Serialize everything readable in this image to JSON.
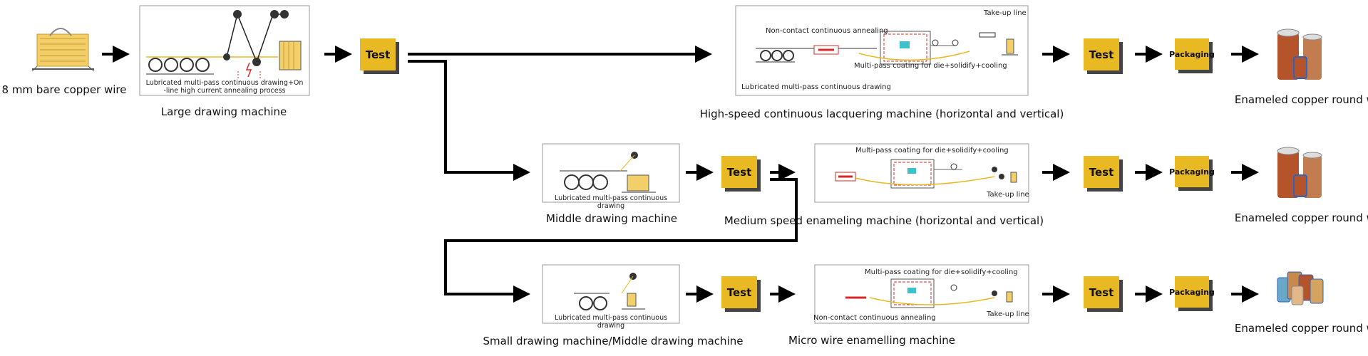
{
  "source": {
    "label": "8 mm bare copper wire"
  },
  "large_machine": {
    "label": "Large drawing machine",
    "caption_line1": "Lubricated multi-pass continuous drawing+On",
    "caption_line2": "-line high current annealing process"
  },
  "test_label": "Test",
  "packaging_label": "Packaging",
  "row1": {
    "machine_label": "High-speed continuous lacquering machine (horizontal and vertical)",
    "annealing": "Non-contact continuous annealing",
    "takeup": "Take-up line",
    "coating": "Multi-pass coating for die+solidify+cooling",
    "drawing": "Lubricated multi-pass continuous drawing",
    "output": "Enameled copper round wire"
  },
  "row2": {
    "drawing_label": "Middle drawing machine",
    "drawing_caption": "Lubricated multi-pass continuous drawing",
    "machine_label": "Medium speed enameling machine (horizontal and vertical)",
    "coating": "Multi-pass coating for die+solidify+cooling",
    "takeup": "Take-up line",
    "output": "Enameled copper round wire"
  },
  "row3": {
    "drawing_label": "Small drawing machine/Middle drawing machine",
    "drawing_caption": "Lubricated multi-pass continuous drawing",
    "machine_label": "Micro wire enamelling machine",
    "coating": "Multi-pass coating for die+solidify+cooling",
    "annealing": "Non-contact continuous annealing",
    "takeup": "Take-up line",
    "output": "Enameled copper round wire"
  },
  "colors": {
    "accent": "#e8b923",
    "shadow": "#444444",
    "arrow": "#000000",
    "copper": "#b5532a",
    "wire": "#e8b923"
  }
}
